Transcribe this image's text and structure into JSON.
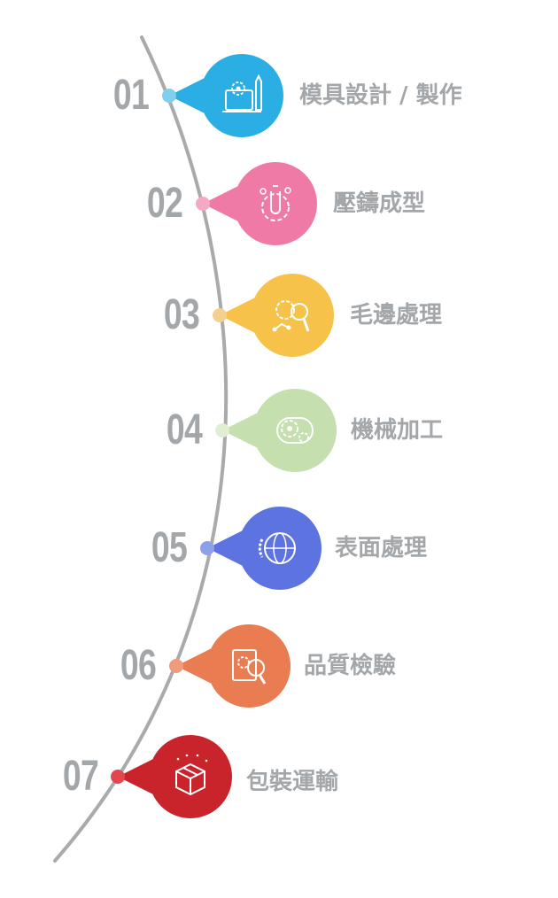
{
  "steps": [
    {
      "number": "01",
      "label": "模具設計 / 製作",
      "color": "#2aaee3",
      "dot": "#7fd0ef",
      "icon": "design-blueprint-icon"
    },
    {
      "number": "02",
      "label": "壓鑄成型",
      "color": "#f07aa6",
      "dot": "#f5a8c6",
      "icon": "casting-gear-icon"
    },
    {
      "number": "03",
      "label": "毛邊處理",
      "color": "#f7c24a",
      "dot": "#f3d08f",
      "icon": "gear-magnifier-icon"
    },
    {
      "number": "04",
      "label": "機械加工",
      "color": "#c5dfae",
      "dot": "#e0eed2",
      "icon": "machining-gears-icon"
    },
    {
      "number": "05",
      "label": "表面處理",
      "color": "#5c73e0",
      "dot": "#8fa0ea",
      "icon": "surface-globe-gear-icon"
    },
    {
      "number": "06",
      "label": "品質檢驗",
      "color": "#e97c50",
      "dot": "#ee9c7c",
      "icon": "quality-book-magnifier-icon"
    },
    {
      "number": "07",
      "label": "包裝運輸",
      "color": "#c9232c",
      "dot": "#e2474f",
      "icon": "package-box-icon"
    }
  ],
  "colors": {
    "text": "#a3a7aa",
    "line": "#a9aaac"
  }
}
